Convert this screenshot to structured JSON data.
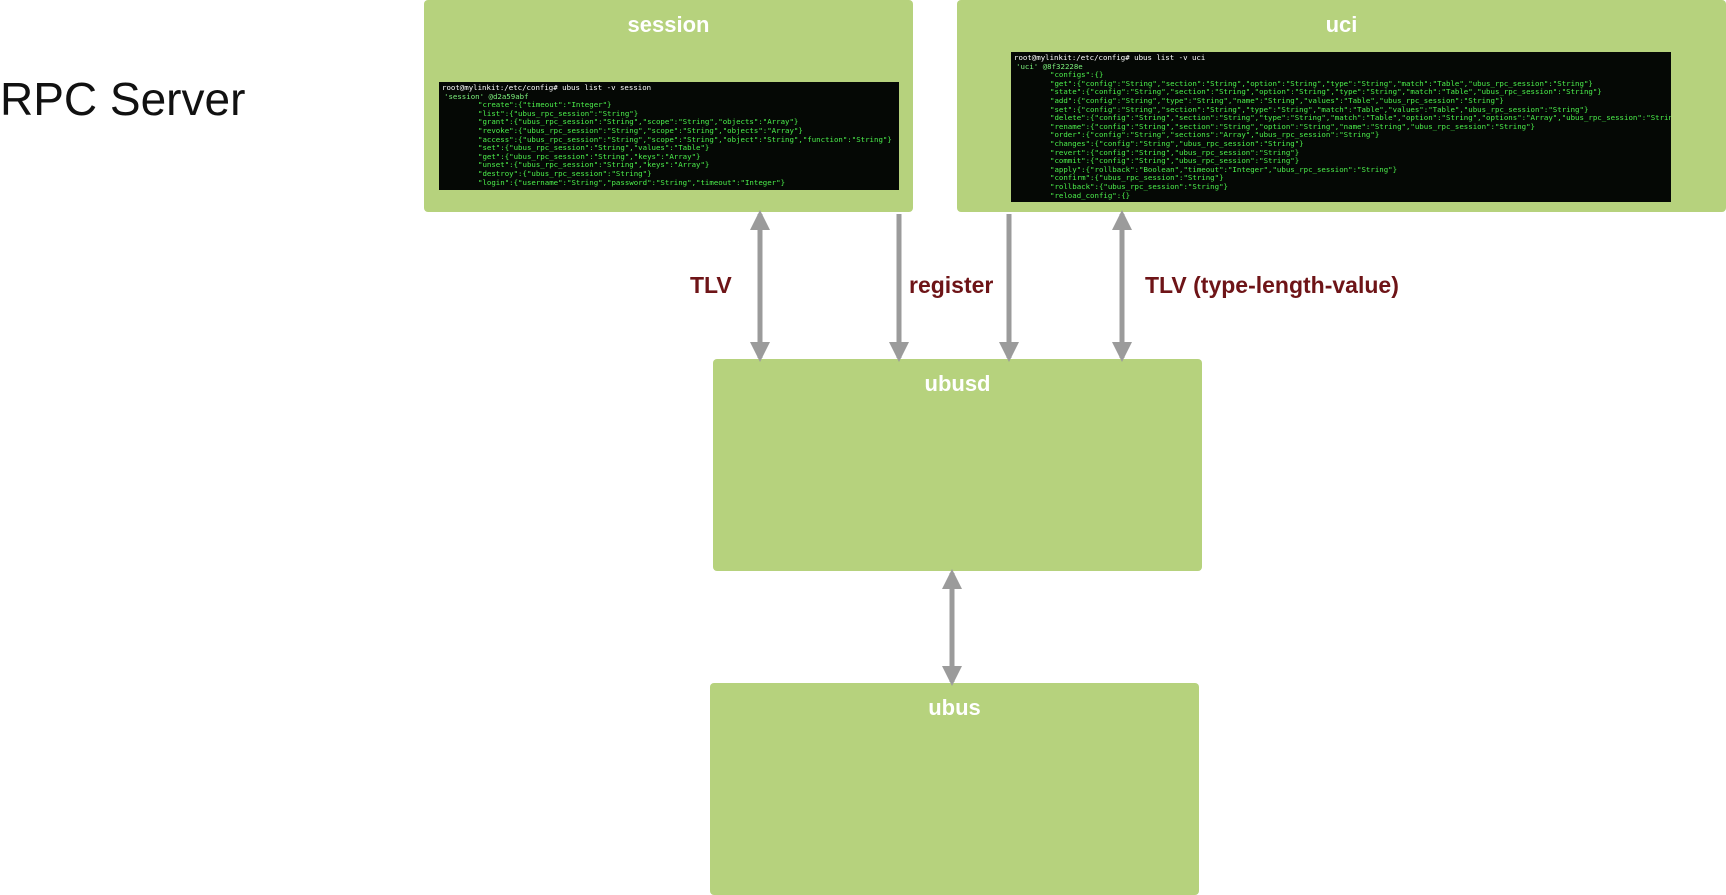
{
  "page_title": "RPC Server",
  "nodes": {
    "session": {
      "label": "session",
      "terminal": {
        "prompt": "root@mylinkit:/etc/config# ubus list -v session",
        "object": "'session' @d2a59abf",
        "methods": [
          "\"create\":{\"timeout\":\"Integer\"}",
          "\"list\":{\"ubus_rpc_session\":\"String\"}",
          "\"grant\":{\"ubus_rpc_session\":\"String\",\"scope\":\"String\",\"objects\":\"Array\"}",
          "\"revoke\":{\"ubus_rpc_session\":\"String\",\"scope\":\"String\",\"objects\":\"Array\"}",
          "\"access\":{\"ubus_rpc_session\":\"String\",\"scope\":\"String\",\"object\":\"String\",\"function\":\"String\"}",
          "\"set\":{\"ubus_rpc_session\":\"String\",\"values\":\"Table\"}",
          "\"get\":{\"ubus_rpc_session\":\"String\",\"keys\":\"Array\"}",
          "\"unset\":{\"ubus_rpc_session\":\"String\",\"keys\":\"Array\"}",
          "\"destroy\":{\"ubus_rpc_session\":\"String\"}",
          "\"login\":{\"username\":\"String\",\"password\":\"String\",\"timeout\":\"Integer\"}"
        ]
      }
    },
    "uci": {
      "label": "uci",
      "terminal": {
        "prompt": "root@mylinkit:/etc/config# ubus list -v uci",
        "object": "'uci' @8f32228e",
        "methods": [
          "\"configs\":{}",
          "\"get\":{\"config\":\"String\",\"section\":\"String\",\"option\":\"String\",\"type\":\"String\",\"match\":\"Table\",\"ubus_rpc_session\":\"String\"}",
          "\"state\":{\"config\":\"String\",\"section\":\"String\",\"option\":\"String\",\"type\":\"String\",\"match\":\"Table\",\"ubus_rpc_session\":\"String\"}",
          "\"add\":{\"config\":\"String\",\"type\":\"String\",\"name\":\"String\",\"values\":\"Table\",\"ubus_rpc_session\":\"String\"}",
          "\"set\":{\"config\":\"String\",\"section\":\"String\",\"type\":\"String\",\"match\":\"Table\",\"values\":\"Table\",\"ubus_rpc_session\":\"String\"}",
          "\"delete\":{\"config\":\"String\",\"section\":\"String\",\"type\":\"String\",\"match\":\"Table\",\"option\":\"String\",\"options\":\"Array\",\"ubus_rpc_session\":\"String\"}",
          "\"rename\":{\"config\":\"String\",\"section\":\"String\",\"option\":\"String\",\"name\":\"String\",\"ubus_rpc_session\":\"String\"}",
          "\"order\":{\"config\":\"String\",\"sections\":\"Array\",\"ubus_rpc_session\":\"String\"}",
          "\"changes\":{\"config\":\"String\",\"ubus_rpc_session\":\"String\"}",
          "\"revert\":{\"config\":\"String\",\"ubus_rpc_session\":\"String\"}",
          "\"commit\":{\"config\":\"String\",\"ubus_rpc_session\":\"String\"}",
          "\"apply\":{\"rollback\":\"Boolean\",\"timeout\":\"Integer\",\"ubus_rpc_session\":\"String\"}",
          "\"confirm\":{\"ubus_rpc_session\":\"String\"}",
          "\"rollback\":{\"ubus_rpc_session\":\"String\"}",
          "\"reload_config\":{}"
        ]
      }
    },
    "ubusd": {
      "label": "ubusd"
    },
    "ubus": {
      "label": "ubus"
    }
  },
  "edges": [
    {
      "from": "session",
      "to": "ubusd",
      "direction": "both",
      "label": "TLV"
    },
    {
      "from": "session",
      "to": "ubusd",
      "direction": "forward",
      "label": "register"
    },
    {
      "from": "uci",
      "to": "ubusd",
      "direction": "forward",
      "label": ""
    },
    {
      "from": "uci",
      "to": "ubusd",
      "direction": "both",
      "label": "TLV (type-length-value)"
    },
    {
      "from": "ubusd",
      "to": "ubus",
      "direction": "both",
      "label": ""
    }
  ],
  "colors": {
    "box_fill": "#b6d27d",
    "box_title": "#ffffff",
    "edge_label": "#6e1417",
    "arrow": "#9b9b9b",
    "terminal_bg": "#050805",
    "terminal_text": "#4cf04c"
  }
}
